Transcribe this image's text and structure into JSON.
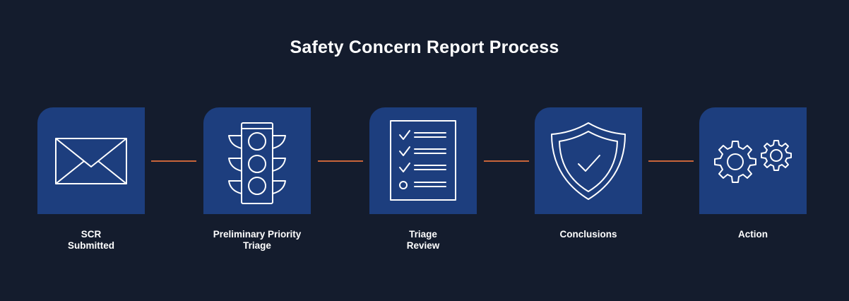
{
  "title": "Safety Concern Report Process",
  "colors": {
    "background": "#141c2d",
    "tile": "#1d3e7e",
    "connector": "#c8643a",
    "text": "#ffffff"
  },
  "steps": [
    {
      "label": "SCR\nSubmitted",
      "icon": "envelope-icon"
    },
    {
      "label": "Preliminary Priority\nTriage",
      "icon": "traffic-light-icon"
    },
    {
      "label": "Triage\nReview",
      "icon": "checklist-icon"
    },
    {
      "label": "Conclusions",
      "icon": "shield-check-icon"
    },
    {
      "label": "Action",
      "icon": "gears-icon"
    }
  ]
}
